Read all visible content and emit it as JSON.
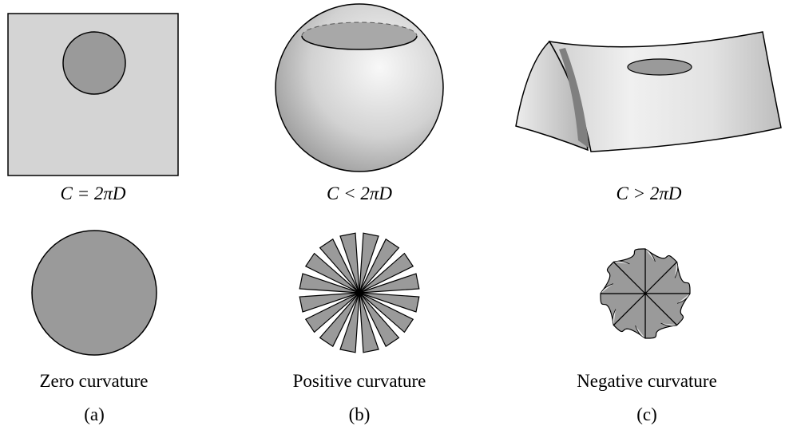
{
  "panels": [
    {
      "formula": "C = 2πD",
      "caption": "Zero curvature",
      "letter": "(a)"
    },
    {
      "formula": "C < 2πD",
      "caption": "Positive curvature",
      "letter": "(b)"
    },
    {
      "formula": "C > 2πD",
      "caption": "Negative curvature",
      "letter": "(c)"
    }
  ],
  "colors": {
    "plane": "#d4d4d4",
    "disk": "#9a9a9a",
    "outline": "#000000",
    "sphere_light": "#f4f4f4",
    "sphere_dark": "#8c8c8c",
    "saddle_light": "#e9e9e9",
    "saddle_dark": "#8a8a8a"
  },
  "wedge_count_positive": 16,
  "petal_count_negative": 8
}
